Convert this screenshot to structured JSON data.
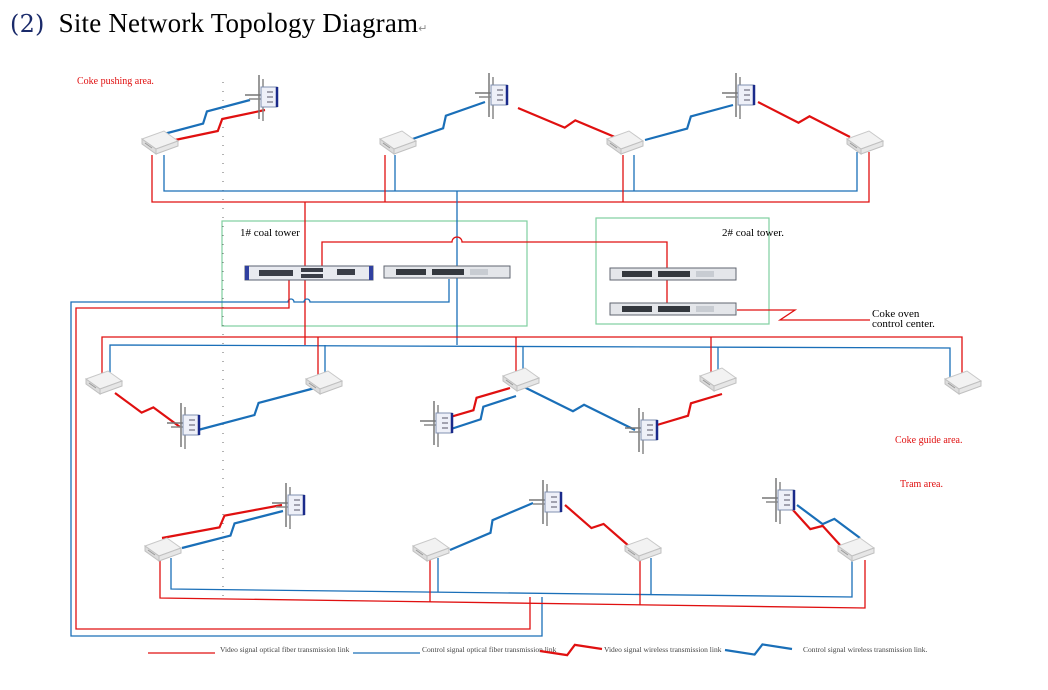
{
  "title": {
    "number": "(2)",
    "text": "Site Network Topology Diagram",
    "paragraph_mark": "↵"
  },
  "areas": {
    "coke_pushing": "Coke pushing area.",
    "coal_tower_1": "1# coal tower",
    "coal_tower_2": "2# coal tower.",
    "control_center_line1": "Coke oven",
    "control_center_line2": "control center.",
    "coke_guide": "Coke guide area.",
    "tram": "Tram area."
  },
  "legend": [
    {
      "label": "Video signal optical fiber transmission link",
      "kind": "fiber",
      "color": "#e01010"
    },
    {
      "label": "Control signal optical fiber transmission link",
      "kind": "fiber",
      "color": "#1a6fb8"
    },
    {
      "label": "Video signal wireless transmission link",
      "kind": "wireless",
      "color": "#e01010"
    },
    {
      "label": "Control signal wireless transmission link.",
      "kind": "wireless",
      "color": "#1a6fb8"
    }
  ],
  "colors": {
    "video": "#e01010",
    "control": "#1a6fb8",
    "zone_border": "#7fcf9f",
    "area_label": "#e01010"
  },
  "devices": {
    "industrial_switch": "industrial-switch",
    "access_switch": "access-switch",
    "wireless_bridge": "wireless-bridge",
    "antenna_ap": "antenna-access-point"
  }
}
